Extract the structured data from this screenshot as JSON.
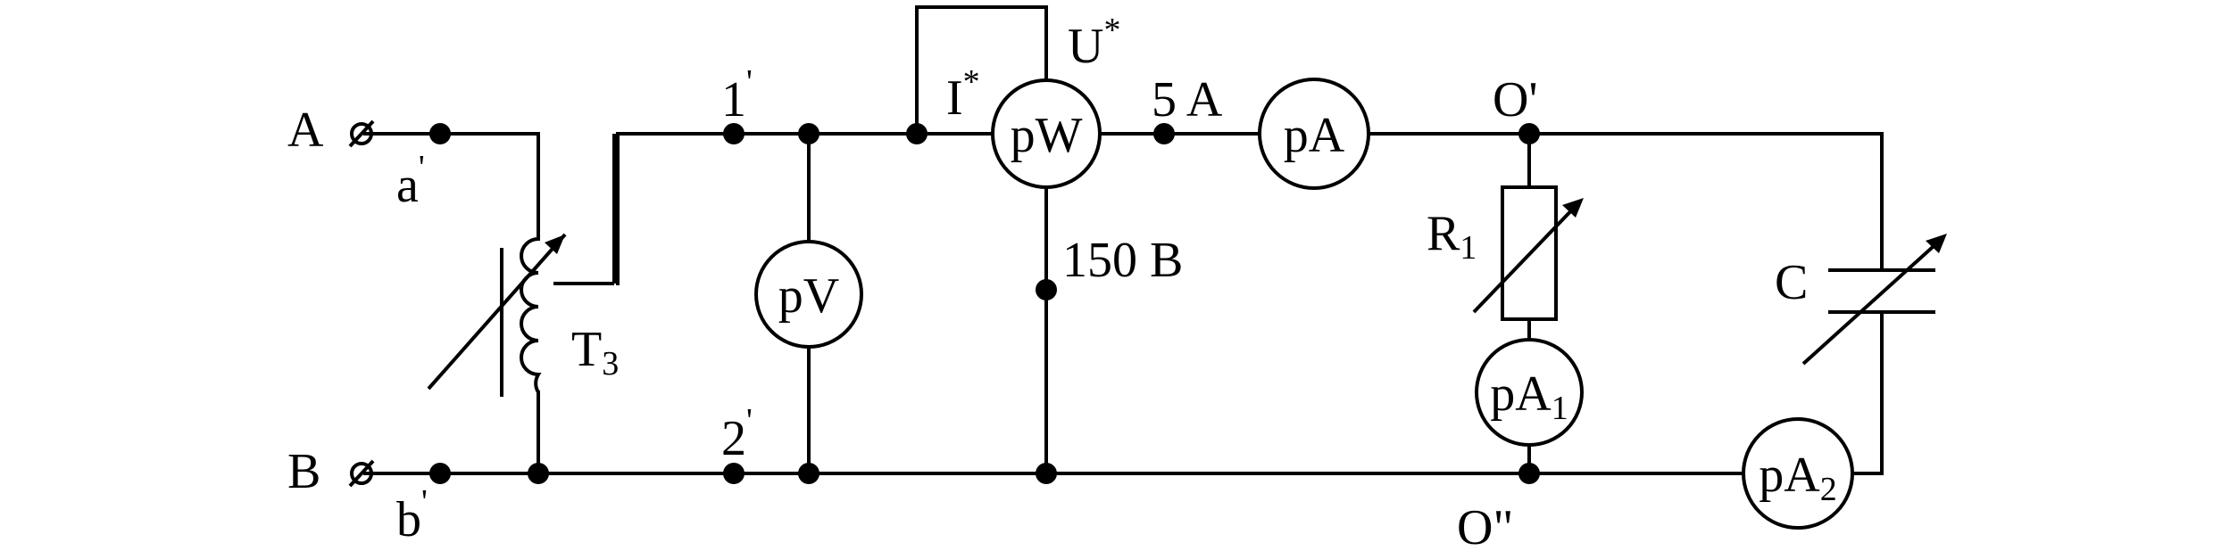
{
  "terminals": {
    "A": "A",
    "B": "B",
    "a_prime": "a",
    "b_prime": "b",
    "node1": "1",
    "node2": "2",
    "prime_mark": "'"
  },
  "wattmeter": {
    "label": "pW",
    "current_mark": "I",
    "voltage_mark": "U",
    "star": "*",
    "current_range": "5 A",
    "voltage_range": "150 B"
  },
  "meters": {
    "voltmeter": "pV",
    "ammeter": "pA",
    "ammeter1_base": "pA",
    "ammeter1_sub": "1",
    "ammeter2_base": "pA",
    "ammeter2_sub": "2"
  },
  "nodes": {
    "o_top": "O'",
    "o_bottom": "O\""
  },
  "components": {
    "transformer_base": "T",
    "transformer_sub": "3",
    "resistor_base": "R",
    "resistor_sub": "1",
    "capacitor": "C"
  }
}
